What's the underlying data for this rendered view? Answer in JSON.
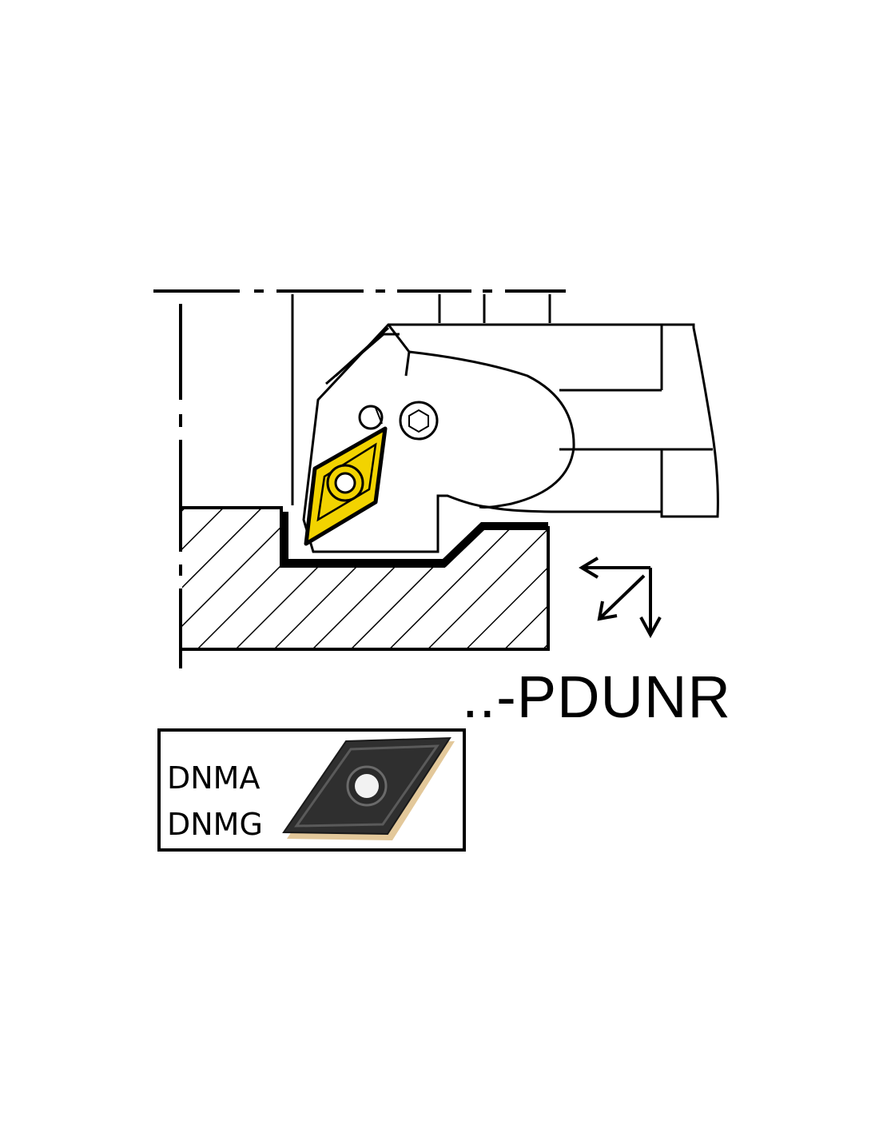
{
  "tool_code": "..-PDUNR",
  "compatible_inserts": [
    "DNMA",
    "DNMG"
  ],
  "colors": {
    "line": "#000000",
    "insert_highlight": "#f2d300",
    "insert_dark": "#2f2f2f",
    "insert_base": "#e3c89a"
  },
  "icons": [
    "feed-direction-arrows-icon",
    "clamp-screw-icon",
    "hex-socket-screw-icon",
    "rhombic-insert-icon"
  ]
}
